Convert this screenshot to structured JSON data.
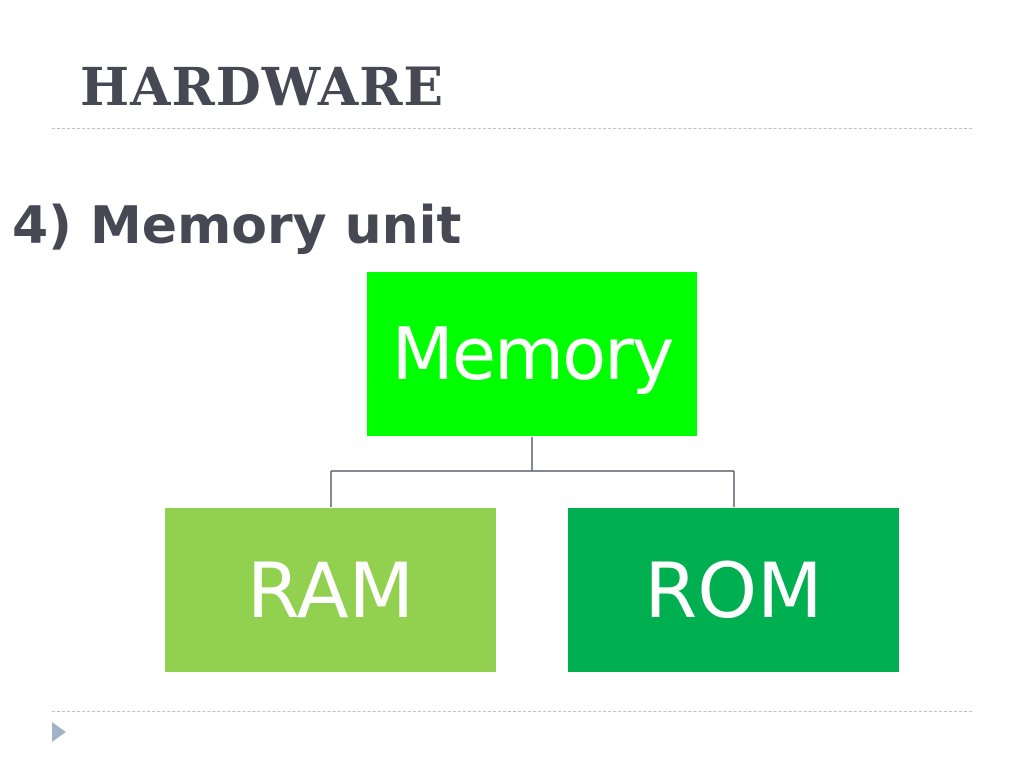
{
  "slide": {
    "title": "HARDWARE",
    "subtitle": "4) Memory unit",
    "nav_icon": "play-triangle-icon"
  },
  "diagram": {
    "root": {
      "label": "Memory",
      "color": "#00ff00"
    },
    "children": [
      {
        "label": "RAM",
        "color": "#92d050"
      },
      {
        "label": "ROM",
        "color": "#00b050"
      }
    ],
    "connector_color": "#5a6270"
  }
}
